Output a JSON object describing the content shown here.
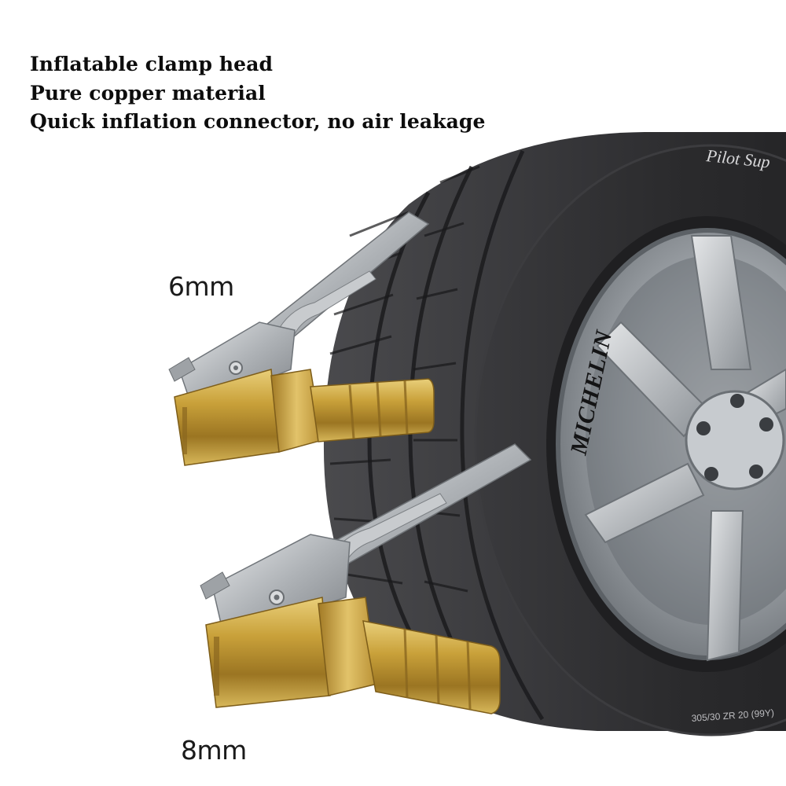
{
  "features": [
    "Inflatable clamp head",
    "Pure copper material",
    "Quick inflation connector, no air leakage"
  ],
  "sizes": {
    "top": "6mm",
    "bottom": "8mm"
  },
  "tire": {
    "brand": "MICHELIN",
    "model": "Pilot Sup",
    "size_code": "305/30 ZR 20 (99Y)"
  },
  "colors": {
    "tire": "#2b2b2d",
    "rim": "#9fa4aa",
    "brass": "#c9a13a",
    "steel": "#b8bcc0",
    "text": "#0d0d0d"
  }
}
